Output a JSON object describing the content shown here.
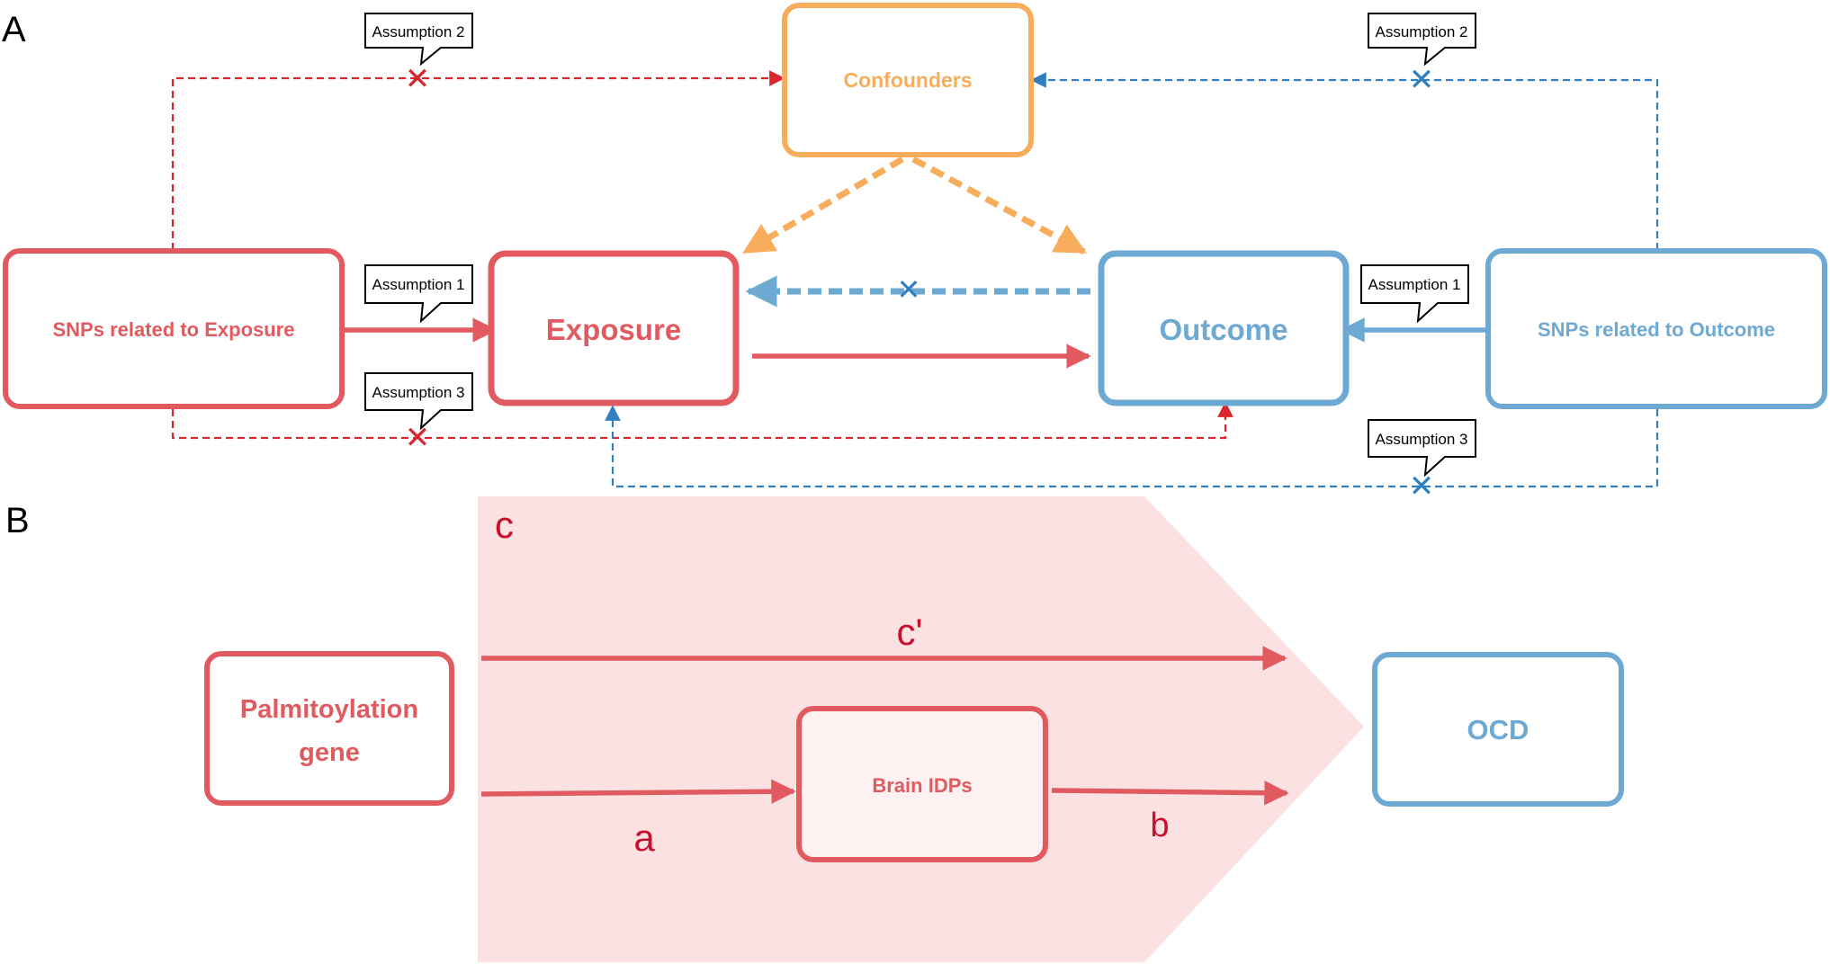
{
  "panel_a": {
    "label": "A",
    "nodes": {
      "confounders": "Confounders",
      "snps_exposure": "SNPs related to Exposure",
      "exposure": "Exposure",
      "outcome": "Outcome",
      "snps_outcome": "SNPs related to Outcome"
    },
    "callouts": {
      "a2_left": "Assumption 2",
      "a2_right": "Assumption 2",
      "a1_left": "Assumption 1",
      "a1_right": "Assumption 1",
      "a3_left": "Assumption 3",
      "a3_right": "Assumption 3"
    },
    "violation_mark": "✕"
  },
  "panel_b": {
    "label": "B",
    "nodes": {
      "gene": [
        "Palmitoylation",
        "gene"
      ],
      "idps": "Brain IDPs",
      "ocd": "OCD"
    },
    "path_labels": {
      "total": "c",
      "direct": "c'",
      "a": "a",
      "b": "b"
    }
  },
  "colors": {
    "red": "#e05a60",
    "blue": "#6ea9d3",
    "orange": "#f7ad5c",
    "dark_red": "#d9262e",
    "dark_blue": "#2f7fc1",
    "label_red": "#c8102e",
    "band": "#fbe1e2",
    "idps_fill": "#fdf1f1"
  }
}
